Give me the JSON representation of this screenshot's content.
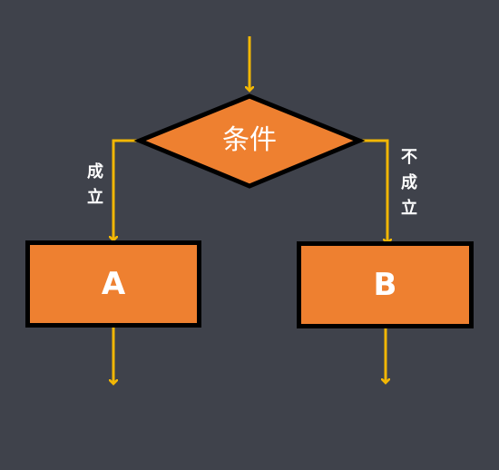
{
  "colors": {
    "background": "#3f424b",
    "shape_fill": "#ee8030",
    "shape_border": "#000000",
    "arrow": "#f2b705",
    "text": "#ffffff"
  },
  "decision": {
    "label": "条件"
  },
  "branch_yes": {
    "chars": [
      "成",
      "立"
    ]
  },
  "branch_no": {
    "chars": [
      "不",
      "成",
      "立"
    ]
  },
  "process_a": {
    "label": "A"
  },
  "process_b": {
    "label": "B"
  }
}
